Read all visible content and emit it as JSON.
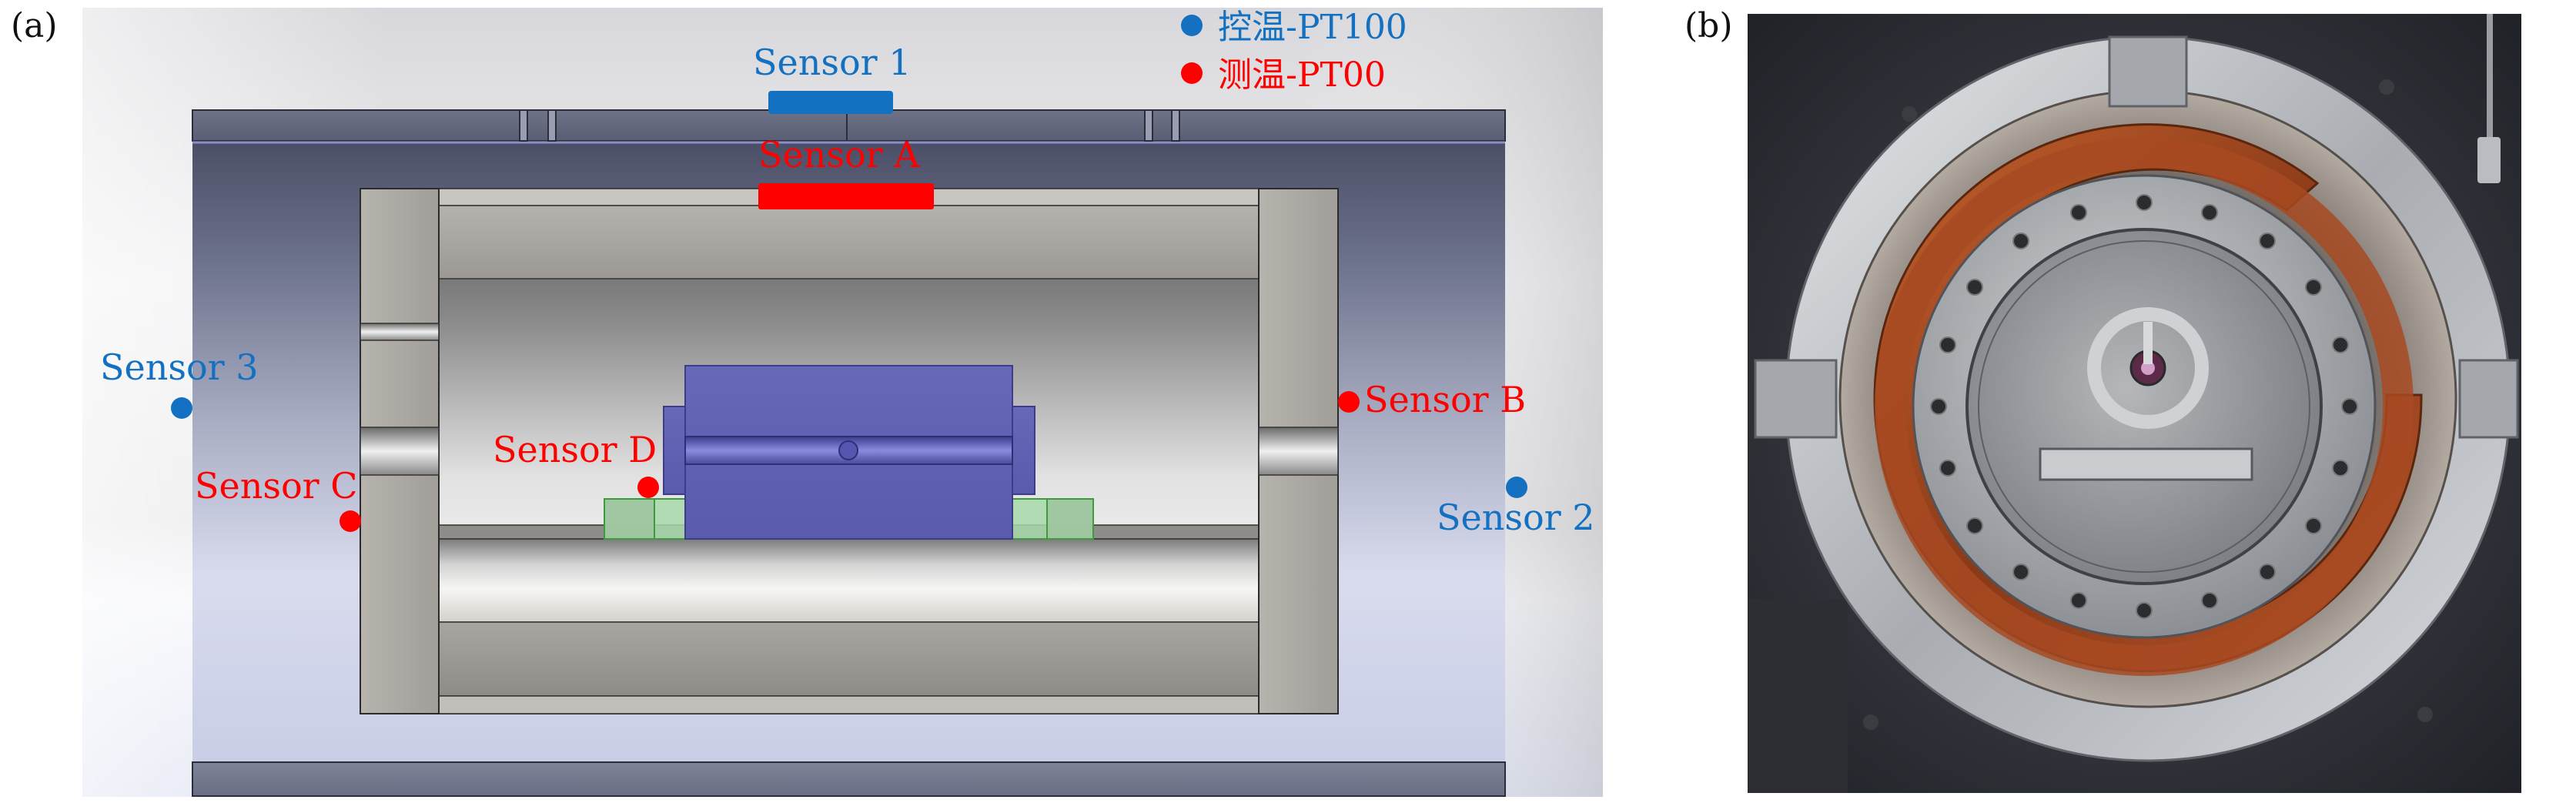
{
  "panels": {
    "a_label": "(a)",
    "b_label": "(b)"
  },
  "legend": {
    "control": {
      "label": "控温-PT100",
      "color": "#1470c0"
    },
    "measure": {
      "label": "测温-PT00",
      "color": "#ff0000"
    }
  },
  "sensors": {
    "s1": {
      "label": "Sensor 1",
      "color": "#1470c0"
    },
    "s2": {
      "label": "Sensor 2",
      "color": "#1470c0"
    },
    "s3": {
      "label": "Sensor 3",
      "color": "#1470c0"
    },
    "sA": {
      "label": "Sensor A",
      "color": "#ff0000"
    },
    "sB": {
      "label": "Sensor B",
      "color": "#ff0000"
    },
    "sC": {
      "label": "Sensor C",
      "color": "#ff0000"
    },
    "sD": {
      "label": "Sensor D",
      "color": "#ff0000"
    }
  }
}
